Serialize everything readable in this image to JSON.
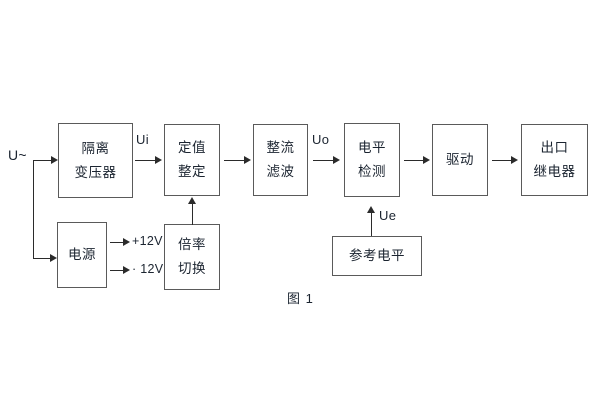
{
  "figure": {
    "caption": "图 1",
    "signals": {
      "input": "U~",
      "ui": "Ui",
      "uo": "Uo",
      "ue": "Ue",
      "pos12v": "+12V",
      "neg12v": "· 12V"
    },
    "blocks": [
      {
        "id": "isolation-transformer",
        "line1": "隔离",
        "line2": "变压器"
      },
      {
        "id": "setting-value",
        "line1": "定值",
        "line2": "整定"
      },
      {
        "id": "rectifier-filter",
        "line1": "整流",
        "line2": "滤波"
      },
      {
        "id": "level-detection",
        "line1": "电平",
        "line2": "检测"
      },
      {
        "id": "driver",
        "line1": "驱动",
        "line2": ""
      },
      {
        "id": "output-relay",
        "line1": "出口",
        "line2": "继电器"
      },
      {
        "id": "power-supply",
        "line1": "电源",
        "line2": ""
      },
      {
        "id": "multiplier-switch",
        "line1": "倍率",
        "line2": "切换"
      },
      {
        "id": "reference-level",
        "line1": "参考电平",
        "line2": ""
      }
    ]
  },
  "colors": {
    "box_border": "#5a5a5a",
    "line": "#2b2b2b",
    "text": "#1b2430",
    "background": "#ffffff"
  }
}
